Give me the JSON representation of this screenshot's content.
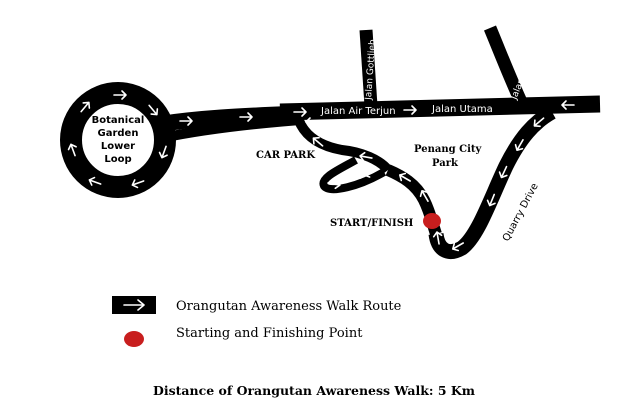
{
  "map": {
    "loop_label": [
      "Botanical",
      "Garden",
      "Lower",
      "Loop"
    ],
    "roads": {
      "air_terjun": "Jalan Air Terjun",
      "utama": "Jalan Utama",
      "gottlieb": "Jalan Gottlieb",
      "brown": "Jalan Brown",
      "quarry": "Quarry Drive"
    },
    "places": {
      "car_park": "CAR PARK",
      "city_park": [
        "Penang City",
        "Park"
      ],
      "start_finish": "START/FINISH"
    }
  },
  "legend": {
    "route_label": "Orangutan Awareness Walk Route",
    "point_label": "Starting and Finishing Point"
  },
  "footer": {
    "distance_text": "Distance of Orangutan Awareness Walk: 5 Km"
  },
  "colors": {
    "road": "#000000",
    "arrow": "#ffffff",
    "start_point": "#c81e1e"
  }
}
